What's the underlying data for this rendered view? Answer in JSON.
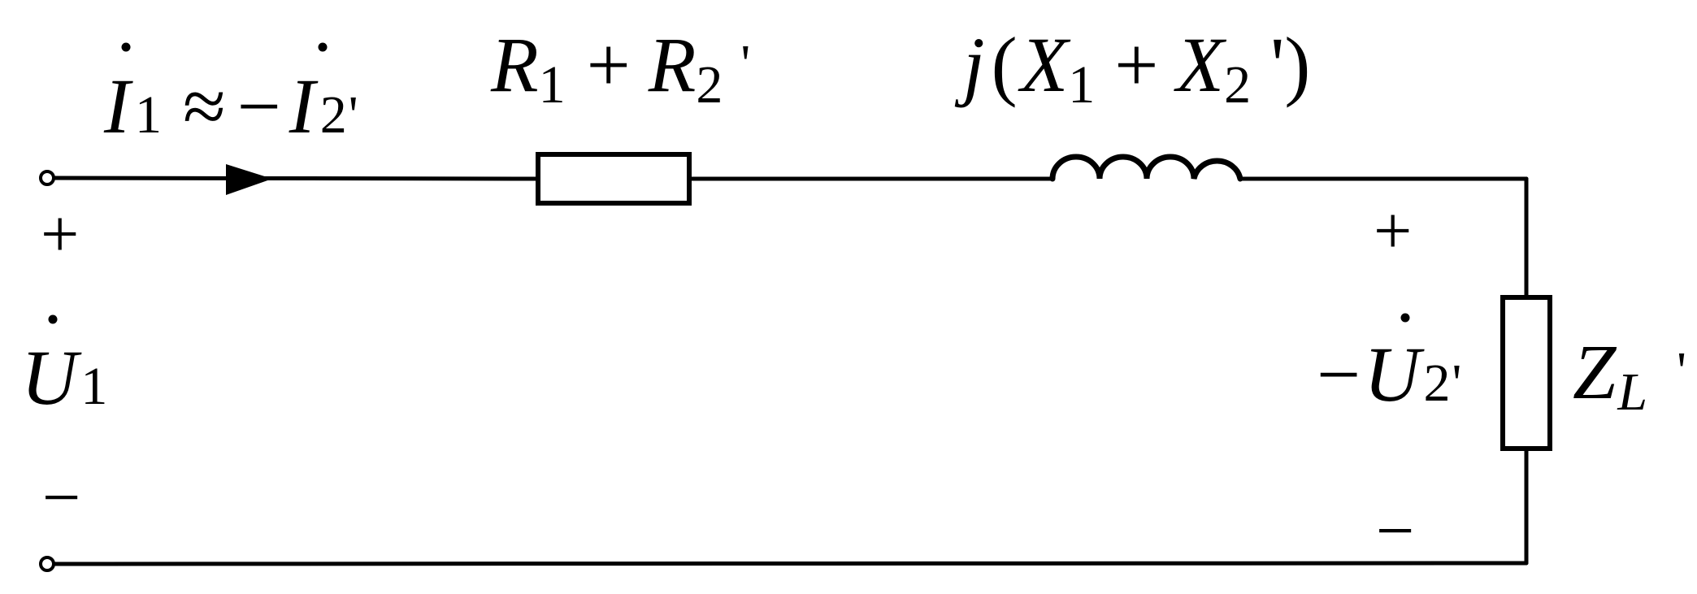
{
  "diagram": {
    "current_label": {
      "i1": "I",
      "i1_sub": "1",
      "approx": "≈",
      "minus": "−",
      "i2": "I",
      "i2_sub": "2",
      "prime": "'"
    },
    "resistor_label": {
      "r1": "R",
      "r1_sub": "1",
      "plus": "+",
      "r2": "R",
      "r2_sub": "2",
      "prime": "'"
    },
    "inductor_label": {
      "j": "j",
      "open_paren": "(",
      "x1": "X",
      "x1_sub": "1",
      "plus": "+",
      "x2": "X",
      "x2_sub": "2",
      "prime_close": "')"
    },
    "source_voltage": {
      "plus_sign": "+",
      "minus_sign": "−",
      "u": "U",
      "u_sub": "1"
    },
    "load_voltage": {
      "plus_sign": "+",
      "minus_sign": "−",
      "neg": "−",
      "u": "U",
      "u_sub": "2",
      "prime": "'"
    },
    "load_impedance": {
      "z": "Z",
      "z_sub": "L",
      "prime": "'"
    }
  }
}
